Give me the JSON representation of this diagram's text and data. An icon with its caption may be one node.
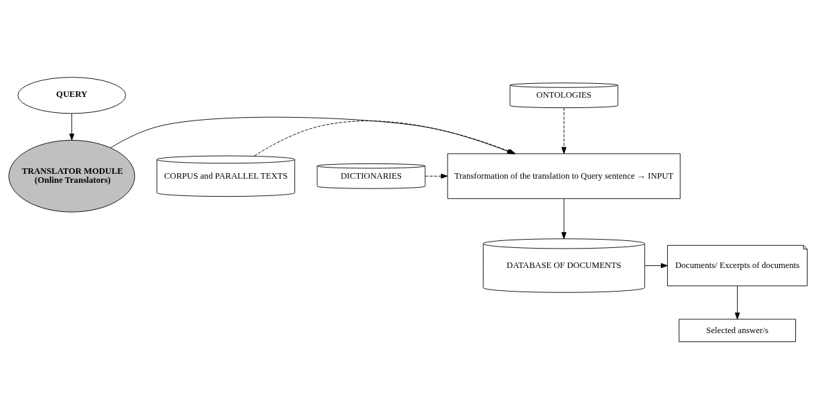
{
  "diagram": {
    "nodes": [
      {
        "text": [
          "QUERY"
        ]
      },
      {
        "text": [
          "TRANSLATOR MODULE",
          "(Online Translators)"
        ]
      },
      {
        "text": [
          "Transformation of the translation to Query sentence → INPUT"
        ]
      },
      {
        "text": [
          "ONTOLOGIES"
        ]
      },
      {
        "text": [
          "CORPUS and PARALLEL TEXTS"
        ]
      },
      {
        "text": [
          "DICTIONARIES"
        ]
      },
      {
        "text": [
          "DATABASE OF DOCUMENTS"
        ]
      },
      {
        "text": [
          "Documents/ Excerpts of documents"
        ]
      },
      {
        "text": [
          "Selected answer/s"
        ]
      }
    ],
    "edges": [
      {
        "from": 0,
        "to": 1,
        "arrow": "to"
      },
      {
        "from": 1,
        "to": 2,
        "arrow": "to"
      },
      {
        "from": 3,
        "to": 2,
        "arrow": "to",
        "style": "dashed"
      },
      {
        "from": 4,
        "to": 2,
        "arrow": "to",
        "style": "dashed"
      },
      {
        "from": 5,
        "to": 2,
        "arrow": "to",
        "style": "dashed"
      },
      {
        "from": 2,
        "to": 6,
        "arrow": "to"
      },
      {
        "from": 6,
        "to": 7,
        "arrow": "to"
      },
      {
        "from": 7,
        "to": 8,
        "arrow": "to"
      }
    ]
  }
}
